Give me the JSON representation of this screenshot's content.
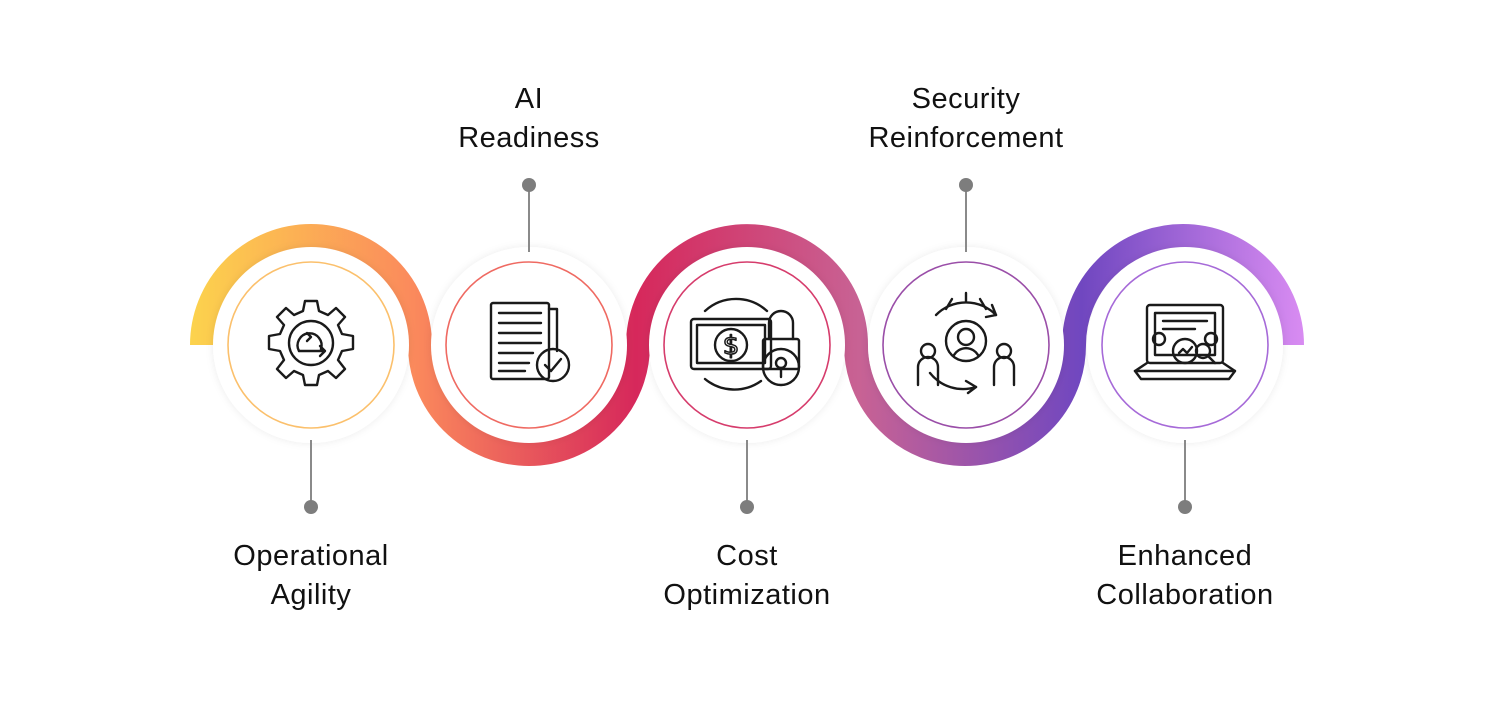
{
  "colors": {
    "wave_start": "#fcd34d",
    "wave_orange": "#fb8a5c",
    "wave_red": "#d6285b",
    "wave_pink": "#c86294",
    "wave_purple": "#7047c0",
    "wave_end": "#d98cf2",
    "connector": "#8a8a8a",
    "icon_stroke": "#1a1a1a",
    "text": "#111111"
  },
  "steps": [
    {
      "title": [
        "Operational",
        "Agility"
      ],
      "icon": "agile-gear-icon",
      "label_side": "bottom",
      "ring_color": "#fbc06c"
    },
    {
      "title": [
        "AI",
        "Readiness"
      ],
      "icon": "document-check-icon",
      "label_side": "top",
      "ring_color": "#ef6a62"
    },
    {
      "title": [
        "Cost",
        "Optimization"
      ],
      "icon": "cost-security-icon",
      "label_side": "bottom",
      "ring_color": "#d63c6c"
    },
    {
      "title": [
        "Security",
        "Reinforcement"
      ],
      "icon": "security-cycle-icon",
      "label_side": "top",
      "ring_color": "#9a4ea8"
    },
    {
      "title": [
        "Enhanced",
        "Collaboration"
      ],
      "icon": "collaboration-laptop-icon",
      "label_side": "bottom",
      "ring_color": "#a66ad8"
    }
  ]
}
